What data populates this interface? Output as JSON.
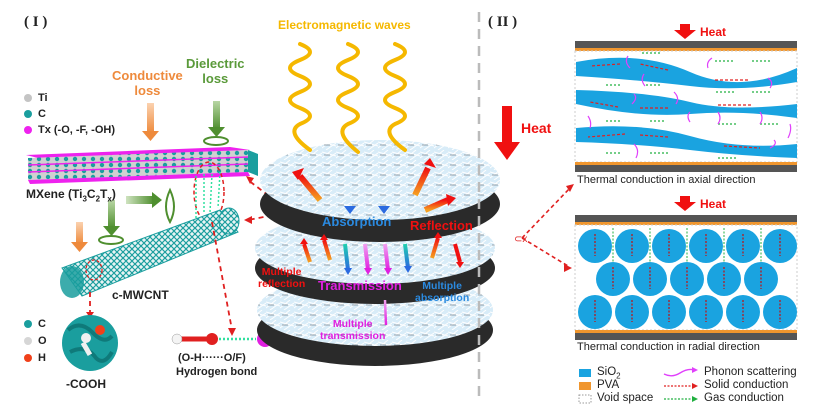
{
  "panels": {
    "left_label": "( I )",
    "right_label": "( II )"
  },
  "legend_atoms_top": [
    {
      "label": "Ti",
      "color": "#c4c4c4"
    },
    {
      "label": "C",
      "color": "#1a9e9e"
    },
    {
      "label": "Tx (-O, -F, -OH)",
      "color": "#ee22ee"
    }
  ],
  "loss_labels": {
    "conductive": "Conductive loss",
    "conductive_line1": "Conductive",
    "conductive_line2": "loss",
    "dielectric_line1": "Dielectric",
    "dielectric_line2": "loss"
  },
  "materials": {
    "mxene": "MXene (Ti3C2Tx)",
    "mxene_main": "MXene (Ti",
    "cnt": "c-MWCNT",
    "cooh": "-COOH",
    "hbond_formula": "(O-H······O/F)",
    "hbond_label": "Hydrogen bond"
  },
  "legend_atoms_bottom": [
    {
      "label": "C",
      "color": "#1a9e9e"
    },
    {
      "label": "O",
      "color": "#d6d6d6"
    },
    {
      "label": "H",
      "color": "#f0401a"
    }
  ],
  "center": {
    "em_waves": "Electromagnetic waves",
    "absorption": "Absorption",
    "reflection": "Reflection",
    "multiple_reflection_1": "Multiple",
    "multiple_reflection_2": "reflection",
    "transmission": "Transmission",
    "multiple_absorption_1": "Multiple",
    "multiple_absorption_2": "absorption",
    "multiple_transmission_1": "Multiple",
    "multiple_transmission_2": "transmission",
    "heat": "Heat"
  },
  "right": {
    "axial_heat": "Heat",
    "axial_caption": "Thermal conduction in axial direction",
    "radial_heat": "Heat",
    "radial_caption": "Thermal conduction in radial direction"
  },
  "legend_materials": [
    {
      "label": "SiO2",
      "color": "#1aa3e0"
    },
    {
      "label": "PVA",
      "color": "#f0962e"
    },
    {
      "label": "Void space",
      "color": "#ffffff"
    }
  ],
  "legend_paths": [
    {
      "label": "Phonon scattering",
      "color": "#e040fb"
    },
    {
      "label": "Solid conduction",
      "color": "#e02020"
    },
    {
      "label": "Gas conduction",
      "color": "#20b040"
    }
  ],
  "colors": {
    "wave": "#f5b800",
    "conductive": "#ee8a3c",
    "dielectric": "#5a9a3a",
    "red": "#f01010",
    "blue": "#2a8ae0",
    "magenta": "#e020e0",
    "fiber": "#c8e4f4",
    "disc": "#2a2a2a"
  }
}
